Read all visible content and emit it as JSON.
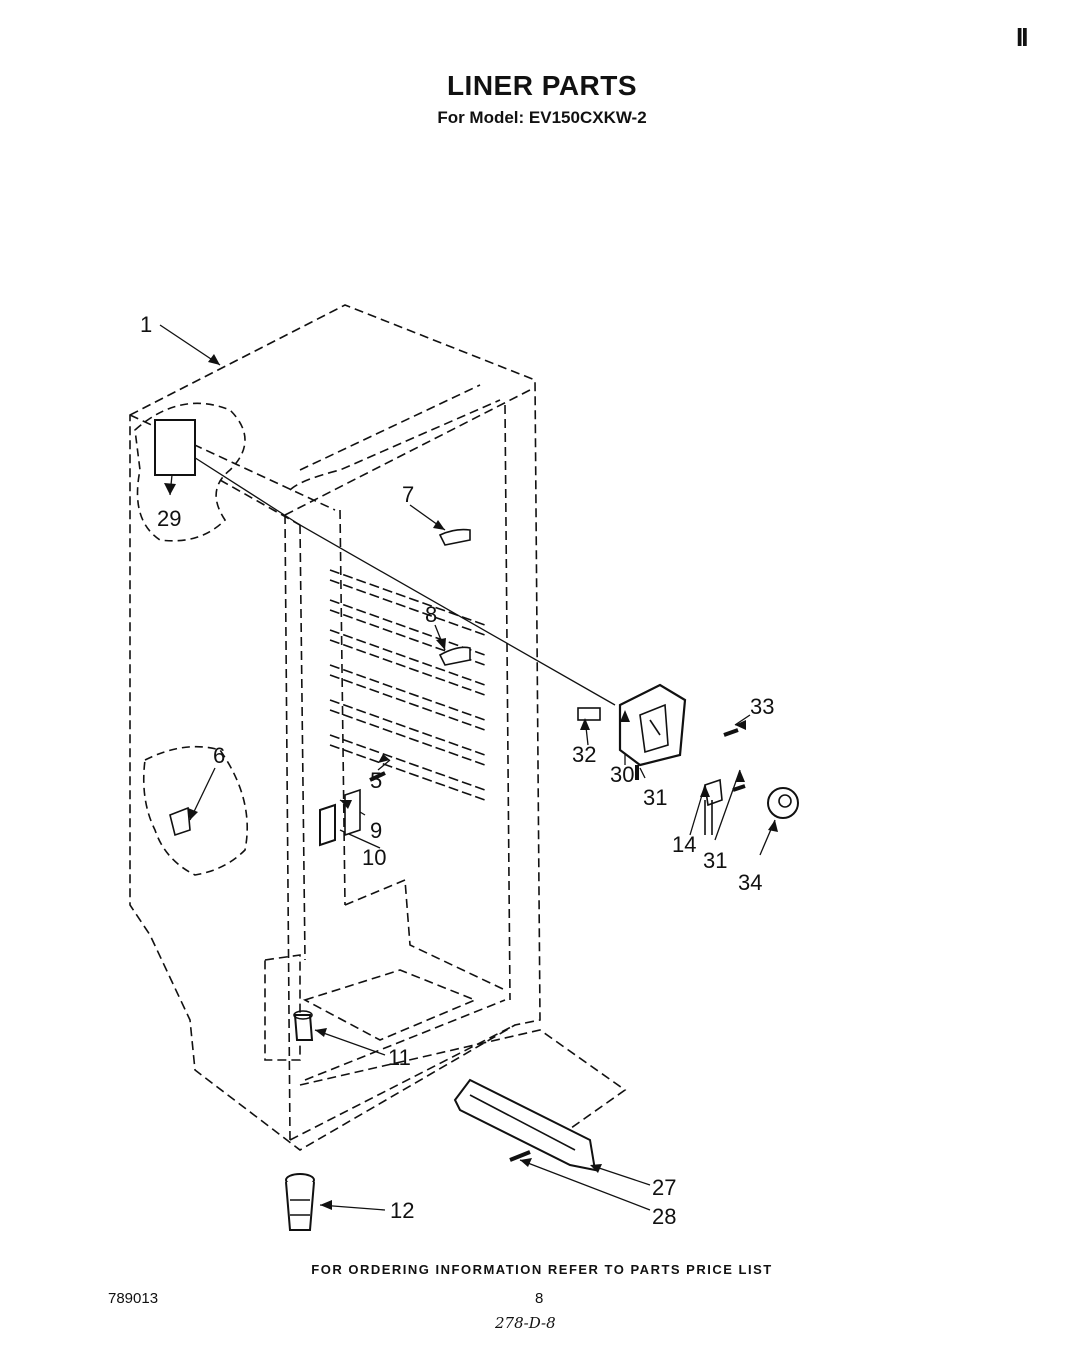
{
  "header": {
    "title": "LINER PARTS",
    "subtitle": "For Model: EV150CXKW-2",
    "corner_mark": "II"
  },
  "callouts": [
    {
      "id": "c1",
      "text": "1"
    },
    {
      "id": "c29",
      "text": "29"
    },
    {
      "id": "c7",
      "text": "7"
    },
    {
      "id": "c8",
      "text": "8"
    },
    {
      "id": "c6",
      "text": "6"
    },
    {
      "id": "c5",
      "text": "5"
    },
    {
      "id": "c9",
      "text": "9"
    },
    {
      "id": "c10",
      "text": "10"
    },
    {
      "id": "c11",
      "text": "11"
    },
    {
      "id": "c12",
      "text": "12"
    },
    {
      "id": "c27",
      "text": "27"
    },
    {
      "id": "c28",
      "text": "28"
    },
    {
      "id": "c32",
      "text": "32"
    },
    {
      "id": "c30",
      "text": "30"
    },
    {
      "id": "c31a",
      "text": "31"
    },
    {
      "id": "c14",
      "text": "14"
    },
    {
      "id": "c31b",
      "text": "31"
    },
    {
      "id": "c33",
      "text": "33"
    },
    {
      "id": "c34",
      "text": "34"
    }
  ],
  "footer": {
    "ordering_note": "FOR ORDERING INFORMATION REFER TO PARTS PRICE LIST",
    "doc_code": "789013",
    "page_number": "8",
    "handwritten": "278-D-8"
  }
}
